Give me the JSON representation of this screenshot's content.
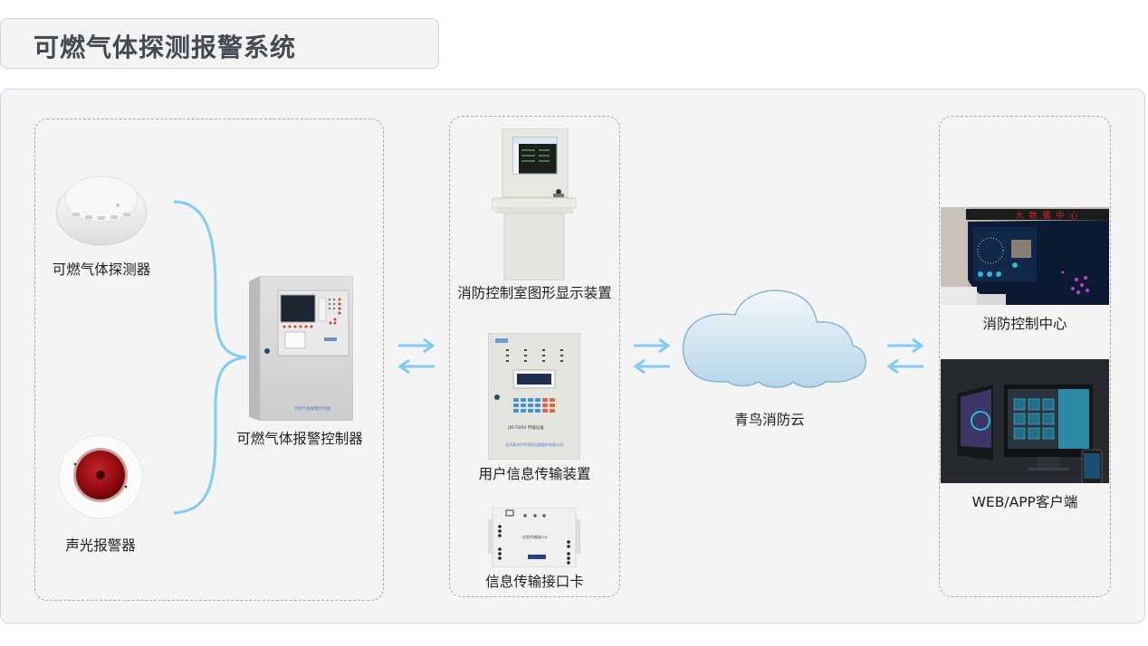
{
  "header": {
    "title": "可燃气体探测报警系统"
  },
  "groups": {
    "field": {
      "detector": {
        "label": "可燃气体探测器",
        "icon": "gas-detector-icon"
      },
      "alarm": {
        "label": "声光报警器",
        "icon": "strobe-alarm-icon"
      },
      "controller": {
        "label": "可燃气体报警控制器",
        "icon": "alarm-controller-icon",
        "panel_text": "可燃气体报警控制器"
      }
    },
    "transmission": {
      "graphic_display": {
        "label": "消防控制室图形显示装置"
      },
      "user_info_device": {
        "label": "用户信息传输装置",
        "model_text": "JBF-TB9X  传输设备",
        "maker_text": "北大青鸟环宇消防设备股份有限公司"
      },
      "interface_card": {
        "label": "信息传输接口卡",
        "card_text": "信息传输接口卡"
      }
    },
    "cloud": {
      "label": "青鸟消防云"
    },
    "clients": {
      "control_center": {
        "label": "消防控制中心",
        "screen_banner": "大数据中心"
      },
      "web_app": {
        "label": "WEB/APP客户端"
      }
    }
  },
  "colors": {
    "connector": "#7fcdf6",
    "title_text": "#444a52",
    "panel_bg": "#f4f4f4",
    "panel_border": "#c8d9ea",
    "dashed_border": "#a9a9a9",
    "cloud_fill_top": "#f3f7fb",
    "cloud_fill_bottom": "#b7d6ea",
    "cloud_stroke": "#86b5d3"
  }
}
